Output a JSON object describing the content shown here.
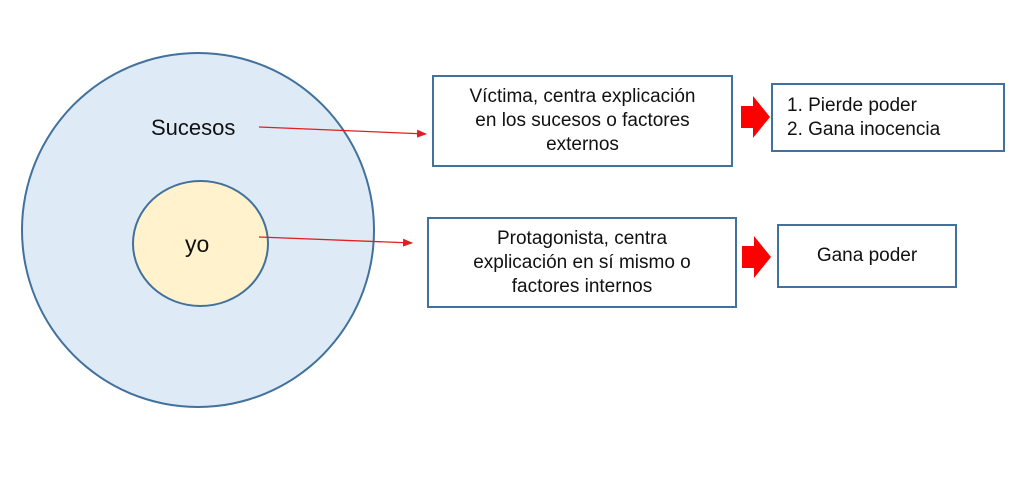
{
  "circles": {
    "outer_label": "Sucesos",
    "inner_label": "yo"
  },
  "boxes": {
    "victima": {
      "lines": [
        "Víctima, centra explicación",
        "en los sucesos o factores",
        "externos"
      ]
    },
    "protagonista": {
      "lines": [
        "Protagonista, centra",
        "explicación en sí mismo o",
        "factores internos"
      ]
    }
  },
  "results": {
    "victima": [
      "1. Pierde poder",
      "2. Gana inocencia"
    ],
    "protagonista": "Gana poder"
  },
  "colors": {
    "outer_fill": "#deebf7",
    "inner_fill": "#fff2cc",
    "border": "#41719c",
    "connector": "#e02020",
    "block_arrow": "#ff0000"
  }
}
